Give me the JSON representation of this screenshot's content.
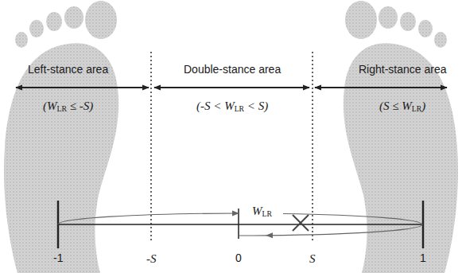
{
  "diagram": {
    "labels": [
      "Left-stance area",
      "(WLR ≤ -S)",
      "Double-stance area",
      "(-S < WLR < S)",
      "Right-stance area",
      "(S ≤ WLR)",
      "WLR",
      "-1",
      "-S",
      "0",
      "S",
      "1"
    ]
  }
}
